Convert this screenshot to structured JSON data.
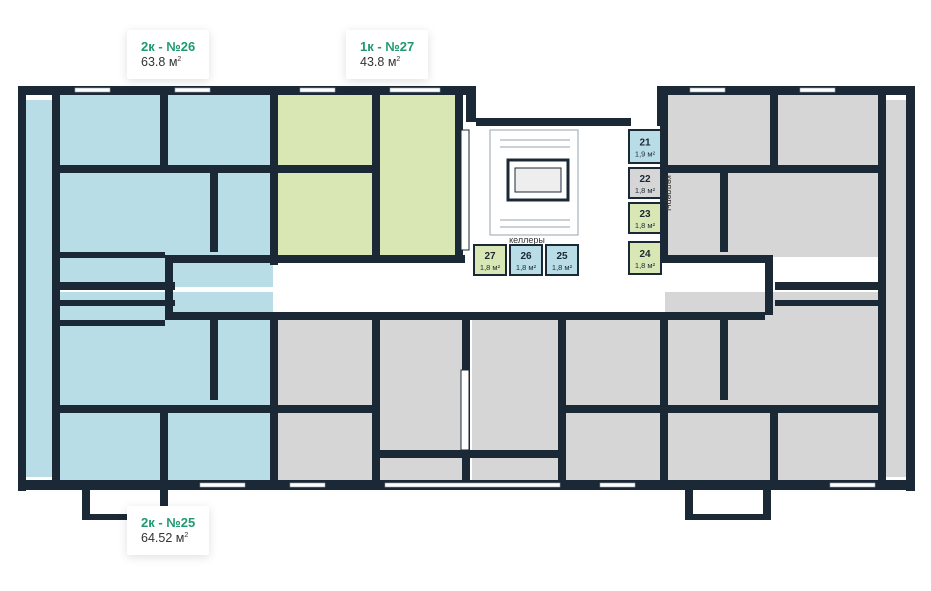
{
  "colors": {
    "accent": "#1e9a6e",
    "two_room": "#b8dde6",
    "one_room": "#d9e7b4",
    "unavailable": "#d6d6d6",
    "wall": "#1b2836"
  },
  "apartments": [
    {
      "label": "2к - №26",
      "area": "63.8",
      "unit": "м",
      "unit_sup": "2"
    },
    {
      "label": "1к - №27",
      "area": "43.8",
      "unit": "м",
      "unit_sup": "2"
    },
    {
      "label": "2к - №25",
      "area": "64.52",
      "unit": "м",
      "unit_sup": "2"
    }
  ],
  "storage": [
    {
      "num": "21",
      "area": "1,9 м²",
      "status": "two_room"
    },
    {
      "num": "22",
      "area": "1,8 м²",
      "status": "unavailable"
    },
    {
      "num": "23",
      "area": "1,8 м²",
      "status": "one_room"
    },
    {
      "num": "24",
      "area": "1,8 м²",
      "status": "one_room"
    },
    {
      "num": "27",
      "area": "1,8 м²",
      "status": "one_room"
    },
    {
      "num": "26",
      "area": "1,8 м²",
      "status": "two_room"
    },
    {
      "num": "25",
      "area": "1,8 м²",
      "status": "two_room"
    }
  ],
  "labels": {
    "kellery_horizontal": "келлеры",
    "kellery_vertical": "келлеры"
  }
}
